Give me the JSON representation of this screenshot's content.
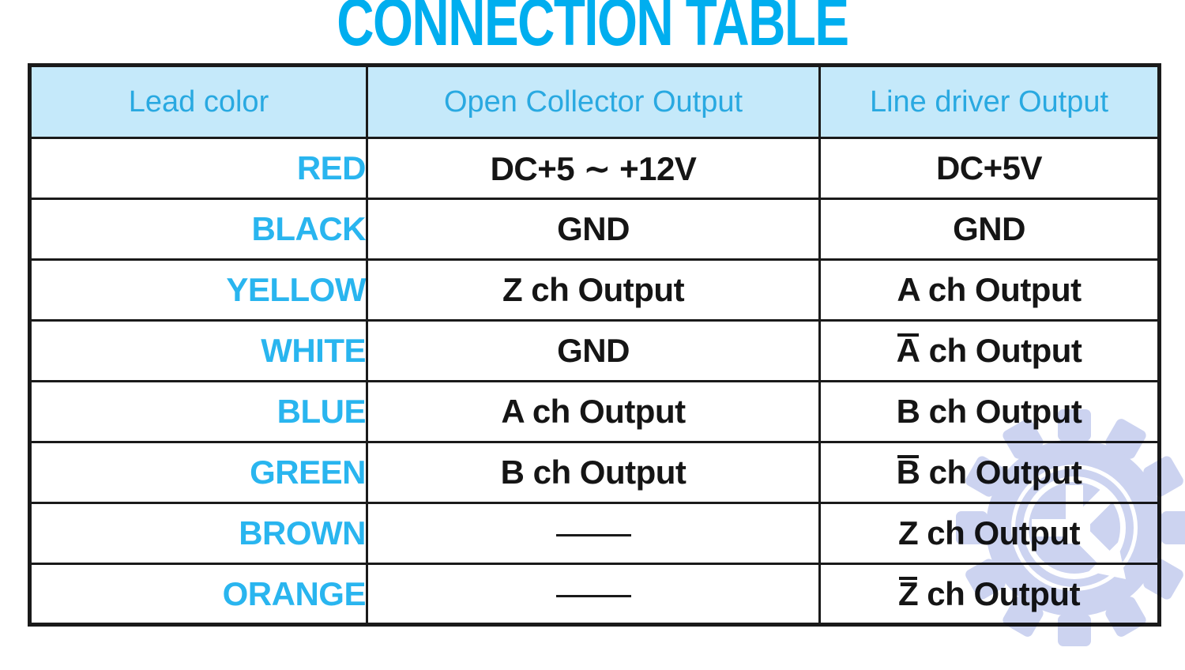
{
  "page": {
    "title": "CONNECTION TABLE"
  },
  "table": {
    "columns": [
      "Lead color",
      "Open Collector Output",
      "Line driver Output"
    ],
    "rows": [
      {
        "lead": "RED",
        "open_collector": "DC+5 ∼ +12V",
        "line_driver": "DC+5V"
      },
      {
        "lead": "BLACK",
        "open_collector": "GND",
        "line_driver": "GND"
      },
      {
        "lead": "YELLOW",
        "open_collector": "Z ch Output",
        "line_driver": "A ch Output"
      },
      {
        "lead": "WHITE",
        "open_collector": "GND",
        "line_driver": "A ch Output",
        "line_driver_overline": true
      },
      {
        "lead": "BLUE",
        "open_collector": "A ch Output",
        "line_driver": "B ch Output"
      },
      {
        "lead": "GREEN",
        "open_collector": "B ch Output",
        "line_driver": "B ch Output",
        "line_driver_overline": true
      },
      {
        "lead": "BROWN",
        "open_collector": "",
        "open_collector_dash": true,
        "line_driver": "Z ch Output"
      },
      {
        "lead": "ORANGE",
        "open_collector": "",
        "open_collector_dash": true,
        "line_driver": "Z ch Output",
        "line_driver_overline": true
      }
    ]
  },
  "watermark": {
    "icon": "gear-k-logo-icon"
  },
  "colors": {
    "title_text": "#00aeef",
    "header_bg": "#c5e9fa",
    "header_text": "#29a9e1",
    "lead_text": "#29b5ef",
    "body_text": "#151515",
    "border": "#1a1a1a",
    "watermark": "#ccd3f0"
  }
}
